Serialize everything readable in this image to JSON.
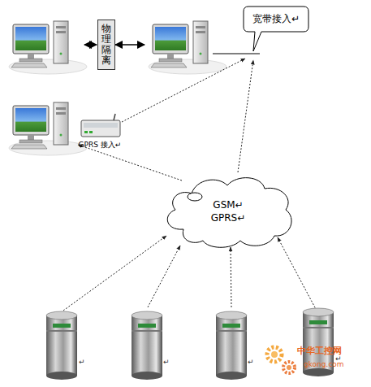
{
  "diagram": {
    "nodes": [
      {
        "text": [
          "宽带接入↵"
        ]
      },
      {
        "text": [
          "物理隔离"
        ]
      },
      {
        "text": [
          "GPRS 接入↵"
        ]
      },
      {
        "text": [
          "GSM↵",
          "GPRS↵"
        ]
      }
    ],
    "labels": [
      "↵",
      "↵",
      "↵",
      "↵",
      "中华工控网",
      "gkong.com"
    ]
  }
}
